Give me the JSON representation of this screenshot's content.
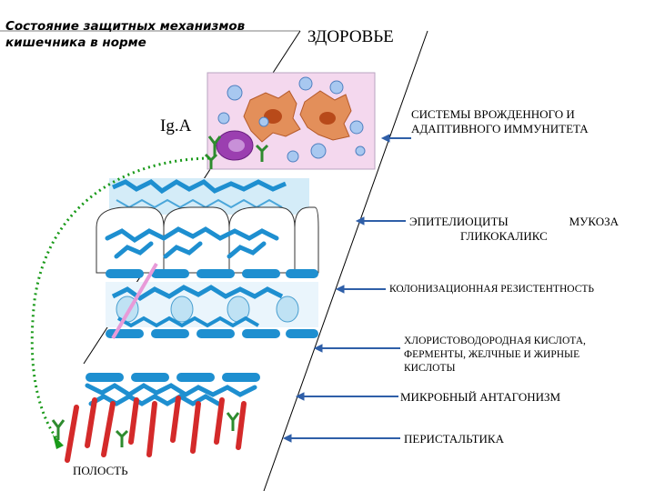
{
  "title": {
    "line1": "Состояние защитных механизмов",
    "line2": "кишечника в норме"
  },
  "top_label": "ЗДОРОВЬЕ",
  "iga_label": "Ig.A",
  "bottom_label": "ПОЛОСТЬ",
  "labels": {
    "immunity": {
      "line1": "СИСТЕМЫ ВРОЖДЕННОГО И",
      "line2": "АДАПТИВНОГО ИММУНИТЕТА"
    },
    "epithelium": {
      "line1a": "ЭПИТЕЛИОЦИТЫ",
      "line1b": "МУКОЗА",
      "line2": "ГЛИКОКАЛИКС"
    },
    "colonization": "КОЛОНИЗАЦИОННАЯ РЕЗИСТЕНТНОСТЬ",
    "acid": {
      "line1": "ХЛОРИСТОВОДОРОДНАЯ КИСЛОТА,",
      "line2": "ФЕРМЕНТЫ, ЖЕЛЧНЫЕ И ЖИРНЫЕ",
      "line3": "КИСЛОТЫ"
    },
    "antagonism": "МИКРОБНЫЙ АНТАГОНИЗМ",
    "peristalsis": "ПЕРИСТАЛЬТИКА"
  },
  "colors": {
    "arrow": "#2f5fa8",
    "immune_panel": "#f4d8ee",
    "mucus_blue": "#1e8fd0",
    "bacteria_red": "#d42a2a",
    "antibody_green": "#2e8b2e",
    "dotted_green": "#1a9a1a"
  }
}
